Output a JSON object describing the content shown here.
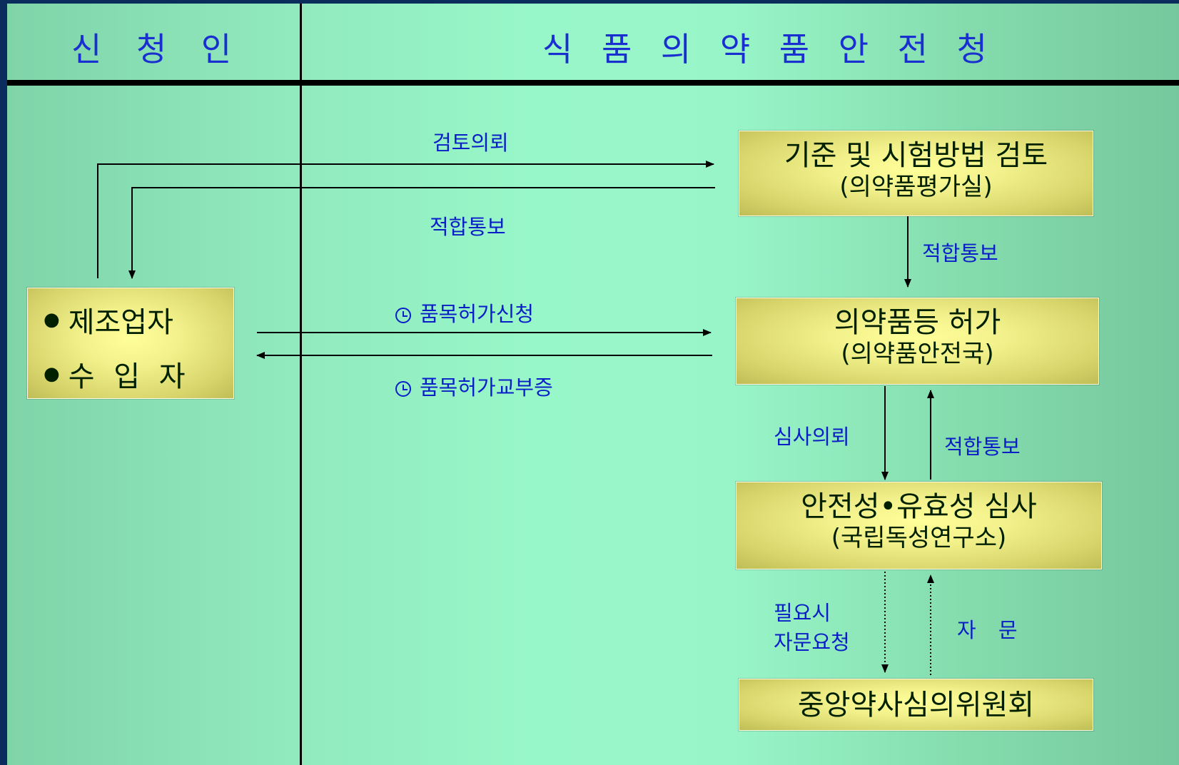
{
  "header": {
    "left_title": "신 청 인",
    "right_title": "식 품 의 약 품 안 전 청"
  },
  "applicant": {
    "items": [
      "제조업자",
      "수 입 자"
    ]
  },
  "boxes": {
    "standards": {
      "title": "기준 및 시험방법 검토",
      "sub": "(의약품평가실)"
    },
    "approval": {
      "title": "의약품등 허가",
      "sub": "(의약품안전국)"
    },
    "review": {
      "title": "안전성•유효성 심사",
      "sub": "(국립독성연구소)"
    },
    "committee": {
      "title": "중앙약사심의위원회"
    }
  },
  "labels": {
    "review_request": "검토의뢰",
    "fit_notice_top": "적합통보",
    "fit_notice_right": "적합통보",
    "item_permit_apply": "품목허가신청",
    "item_permit_issue": "품목허가교부증",
    "exam_request": "심사의뢰",
    "fit_notice_review": "적합통보",
    "advice_request_1": "필요시",
    "advice_request_2": "자문요청",
    "advice": "자 문"
  }
}
